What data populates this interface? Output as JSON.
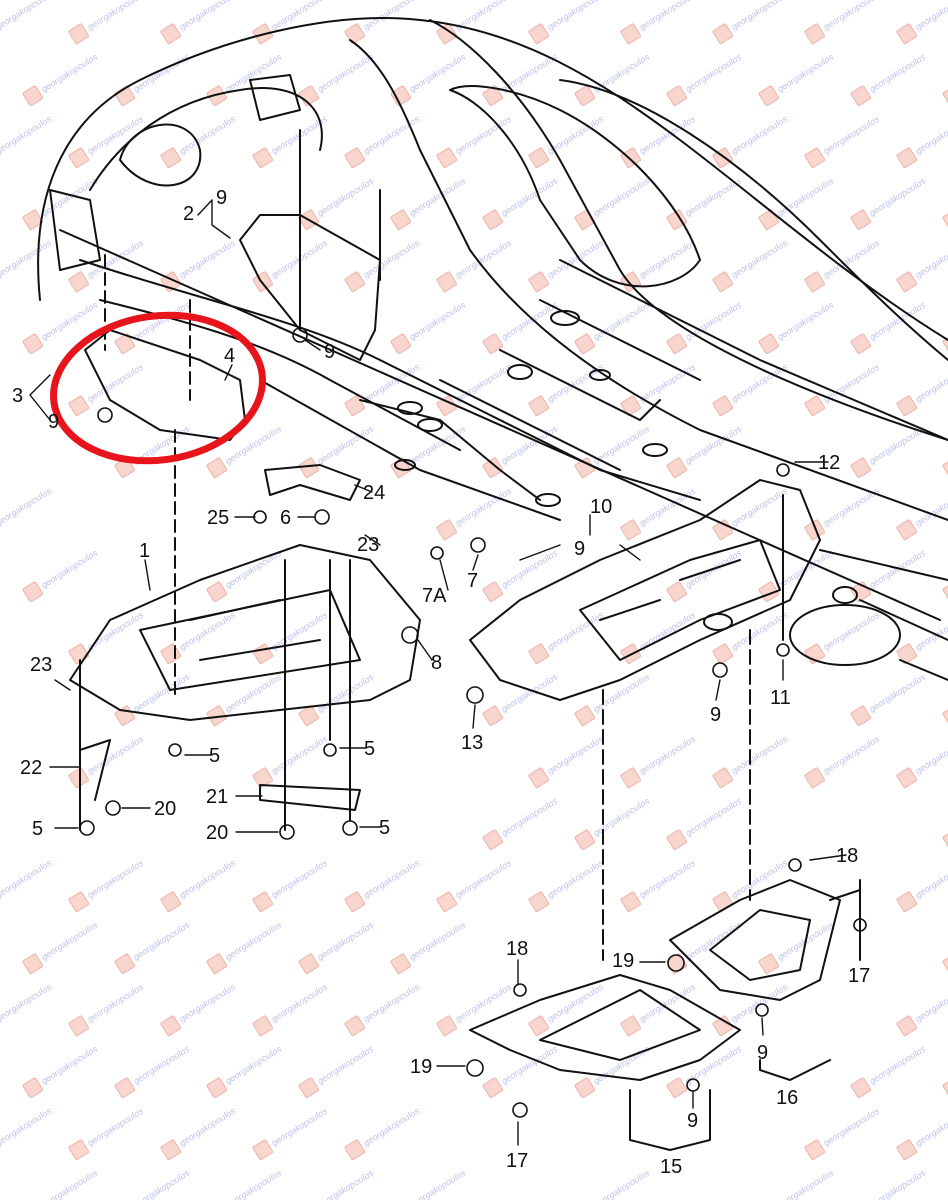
{
  "watermark": "georgakopoulos",
  "highlight_color": "#e8141b",
  "callouts": [
    {
      "id": "c1",
      "text": "2"
    },
    {
      "id": "c2",
      "text": "9"
    },
    {
      "id": "c3",
      "text": "9"
    },
    {
      "id": "c4",
      "text": "3"
    },
    {
      "id": "c5",
      "text": "4"
    },
    {
      "id": "c6",
      "text": "9"
    },
    {
      "id": "c7",
      "text": "24"
    },
    {
      "id": "c8",
      "text": "25"
    },
    {
      "id": "c9",
      "text": "6"
    },
    {
      "id": "c10",
      "text": "23"
    },
    {
      "id": "c11",
      "text": "1"
    },
    {
      "id": "c12",
      "text": "10"
    },
    {
      "id": "c13",
      "text": "9"
    },
    {
      "id": "c14",
      "text": "7A"
    },
    {
      "id": "c15",
      "text": "7"
    },
    {
      "id": "c16",
      "text": "8"
    },
    {
      "id": "c17",
      "text": "12"
    },
    {
      "id": "c18",
      "text": "11"
    },
    {
      "id": "c19",
      "text": "9"
    },
    {
      "id": "c20",
      "text": "13"
    },
    {
      "id": "c21",
      "text": "23"
    },
    {
      "id": "c22",
      "text": "22"
    },
    {
      "id": "c23",
      "text": "5"
    },
    {
      "id": "c24",
      "text": "5"
    },
    {
      "id": "c25",
      "text": "21"
    },
    {
      "id": "c26",
      "text": "20"
    },
    {
      "id": "c27",
      "text": "5"
    },
    {
      "id": "c28",
      "text": "20"
    },
    {
      "id": "c29",
      "text": "5"
    },
    {
      "id": "c30",
      "text": "18"
    },
    {
      "id": "c31",
      "text": "17"
    },
    {
      "id": "c32",
      "text": "19"
    },
    {
      "id": "c33",
      "text": "18"
    },
    {
      "id": "c34",
      "text": "9"
    },
    {
      "id": "c35",
      "text": "16"
    },
    {
      "id": "c36",
      "text": "19"
    },
    {
      "id": "c37",
      "text": "9"
    },
    {
      "id": "c38",
      "text": "17"
    },
    {
      "id": "c39",
      "text": "15"
    }
  ]
}
